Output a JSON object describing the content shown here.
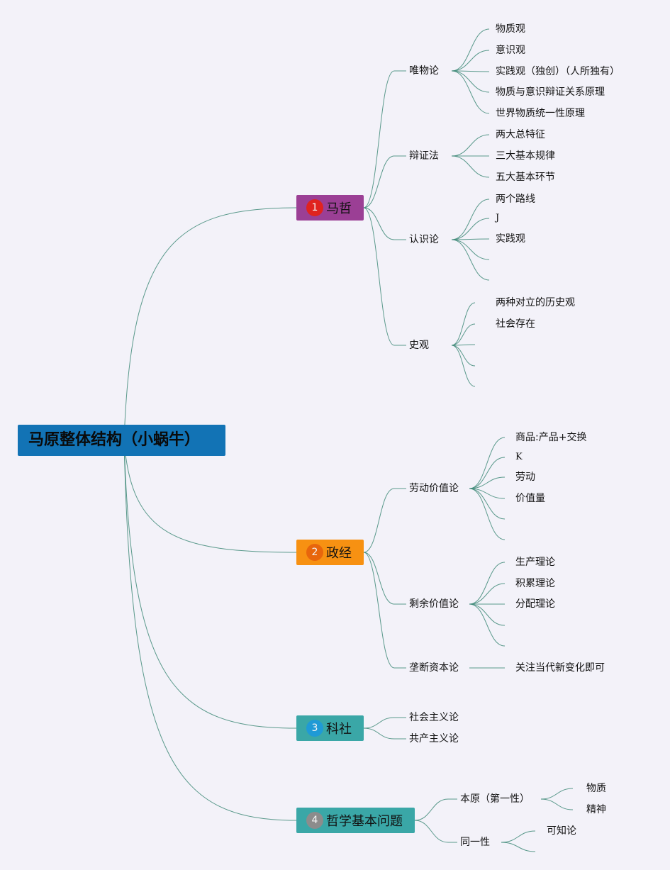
{
  "root": {
    "label": "马原整体结构（小蜗牛）"
  },
  "branches": [
    {
      "label": "马哲",
      "badge": "1",
      "color": "#9b3f95",
      "badge_color": "#e0231f",
      "children": [
        {
          "label": "唯物论",
          "children": [
            "物质观",
            "意识观",
            "实践观（独创）（人所独有）",
            "物质与意识辩证关系原理",
            "世界物质统一性原理"
          ]
        },
        {
          "label": "辩证法",
          "children": [
            "两大总特征",
            "三大基本规律",
            "五大基本环节"
          ]
        },
        {
          "label": "认识论",
          "children": [
            "两个路线",
            "J",
            "实践观",
            "",
            ""
          ]
        },
        {
          "label": "史观",
          "children": [
            "两种对立的历史观",
            "社会存在",
            "",
            "",
            ""
          ]
        }
      ]
    },
    {
      "label": "政经",
      "badge": "2",
      "color": "#f79112",
      "badge_color": "#e8660c",
      "children": [
        {
          "label": "劳动价值论",
          "children": [
            "商品:产品+交换",
            "K",
            "劳动",
            "价值量",
            "",
            ""
          ]
        },
        {
          "label": "剩余价值论",
          "children": [
            "生产理论",
            "积累理论",
            "分配理论",
            "",
            ""
          ]
        },
        {
          "label": "垄断资本论",
          "children": [
            "关注当代新变化即可"
          ]
        }
      ]
    },
    {
      "label": "科社",
      "badge": "3",
      "color": "#3aa7a7",
      "badge_color": "#1f9ad6",
      "children": [
        {
          "label": "社会主义论",
          "children": []
        },
        {
          "label": "共产主义论",
          "children": []
        }
      ]
    },
    {
      "label": "哲学基本问题",
      "badge": "4",
      "color": "#3aa7a7",
      "badge_color": "#8c8c8c",
      "children": [
        {
          "label": "本原（第一性）",
          "children": [
            "物质",
            "精神"
          ]
        },
        {
          "label": "同一性",
          "children": [
            "可知论",
            ""
          ]
        }
      ]
    }
  ]
}
